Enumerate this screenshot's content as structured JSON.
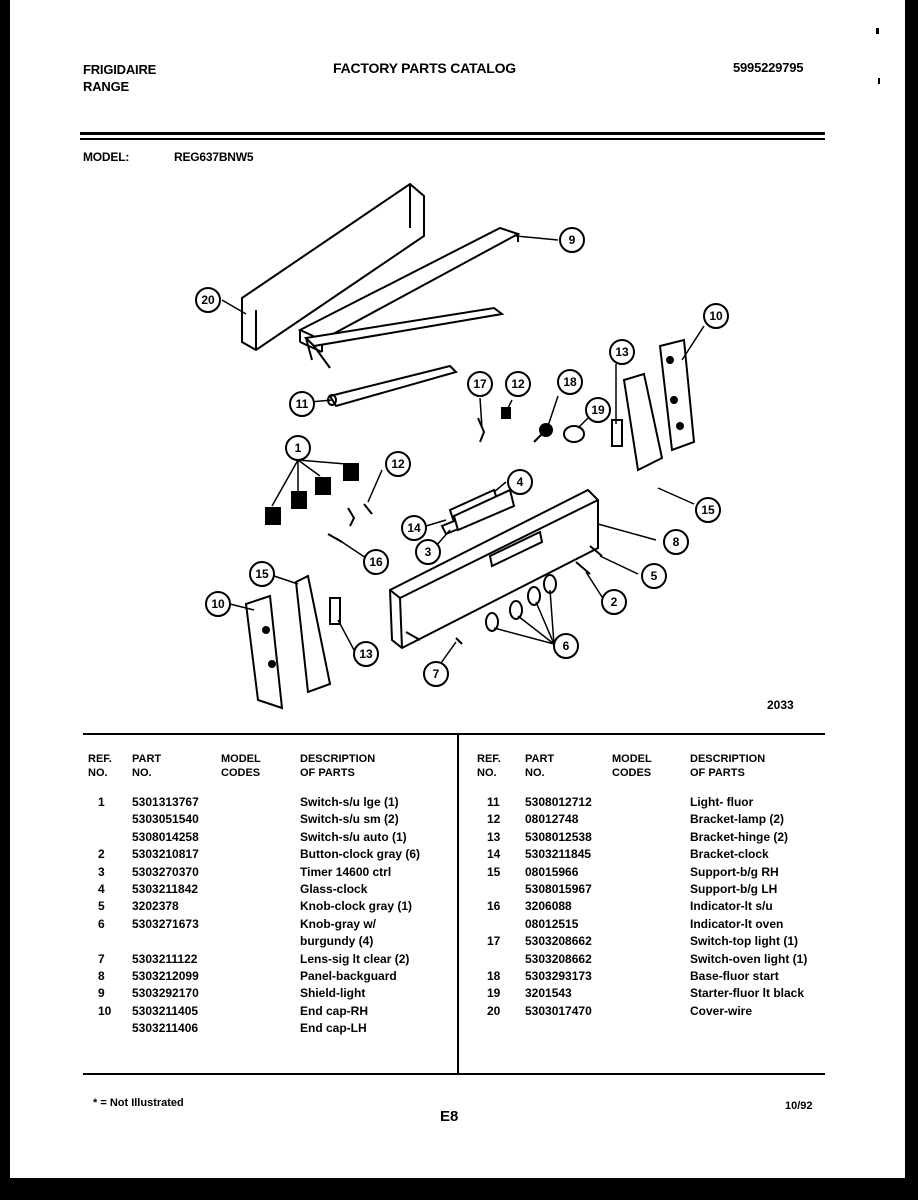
{
  "header": {
    "brand": "FRIGIDAIRE",
    "product": "RANGE",
    "title": "FACTORY PARTS CATALOG",
    "catalog_no": "5995229795"
  },
  "model": {
    "label": "MODEL:",
    "value": "REG637BNW5"
  },
  "diagram": {
    "figure_no": "2033",
    "callouts": [
      "20",
      "9",
      "10",
      "13",
      "11",
      "17",
      "12",
      "18",
      "19",
      "1",
      "12",
      "4",
      "15",
      "14",
      "3",
      "16",
      "8",
      "5",
      "2",
      "15",
      "10",
      "13",
      "6",
      "7"
    ]
  },
  "table": {
    "headers": {
      "ref": "REF.\nNO.",
      "part": "PART\nNO.",
      "model": "MODEL\nCODES",
      "desc": "DESCRIPTION\nOF PARTS"
    },
    "left": [
      {
        "ref": "1",
        "part": "5301313767",
        "desc": "Switch-s/u lge (1)"
      },
      {
        "ref": "",
        "part": "5303051540",
        "desc": "Switch-s/u sm (2)"
      },
      {
        "ref": "",
        "part": "5308014258",
        "desc": "Switch-s/u auto (1)"
      },
      {
        "ref": "2",
        "part": "5303210817",
        "desc": "Button-clock gray (6)"
      },
      {
        "ref": "3",
        "part": "5303270370",
        "desc": "Timer 14600 ctrl"
      },
      {
        "ref": "4",
        "part": "5303211842",
        "desc": "Glass-clock"
      },
      {
        "ref": "5",
        "part": "3202378",
        "desc": "Knob-clock gray (1)"
      },
      {
        "ref": "6",
        "part": "5303271673",
        "desc": "Knob-gray w/"
      },
      {
        "ref": "",
        "part": "",
        "desc": "burgundy (4)"
      },
      {
        "ref": "7",
        "part": "5303211122",
        "desc": "Lens-sig lt clear (2)"
      },
      {
        "ref": "8",
        "part": "5303212099",
        "desc": "Panel-backguard"
      },
      {
        "ref": "9",
        "part": "5303292170",
        "desc": "Shield-light"
      },
      {
        "ref": "10",
        "part": "5303211405",
        "desc": "End cap-RH"
      },
      {
        "ref": "",
        "part": "5303211406",
        "desc": "End cap-LH"
      }
    ],
    "right": [
      {
        "ref": "11",
        "part": "5308012712",
        "desc": "Light- fluor"
      },
      {
        "ref": "12",
        "part": "08012748",
        "desc": "Bracket-lamp (2)"
      },
      {
        "ref": "13",
        "part": "5308012538",
        "desc": "Bracket-hinge (2)"
      },
      {
        "ref": "14",
        "part": "5303211845",
        "desc": "Bracket-clock"
      },
      {
        "ref": "15",
        "part": "08015966",
        "desc": "Support-b/g RH"
      },
      {
        "ref": "",
        "part": "5308015967",
        "desc": "Support-b/g LH"
      },
      {
        "ref": "16",
        "part": "3206088",
        "desc": "Indicator-lt s/u"
      },
      {
        "ref": "",
        "part": "08012515",
        "desc": "Indicator-lt oven"
      },
      {
        "ref": "17",
        "part": "5303208662",
        "desc": "Switch-top light (1)"
      },
      {
        "ref": "",
        "part": "5303208662",
        "desc": "Switch-oven light (1)"
      },
      {
        "ref": "18",
        "part": "5303293173",
        "desc": "Base-fluor start"
      },
      {
        "ref": "19",
        "part": "3201543",
        "desc": "Starter-fluor lt black"
      },
      {
        "ref": "20",
        "part": "5303017470",
        "desc": "Cover-wire"
      }
    ]
  },
  "footer": {
    "note": "* = Not Illustrated",
    "page": "E8",
    "date": "10/92"
  }
}
